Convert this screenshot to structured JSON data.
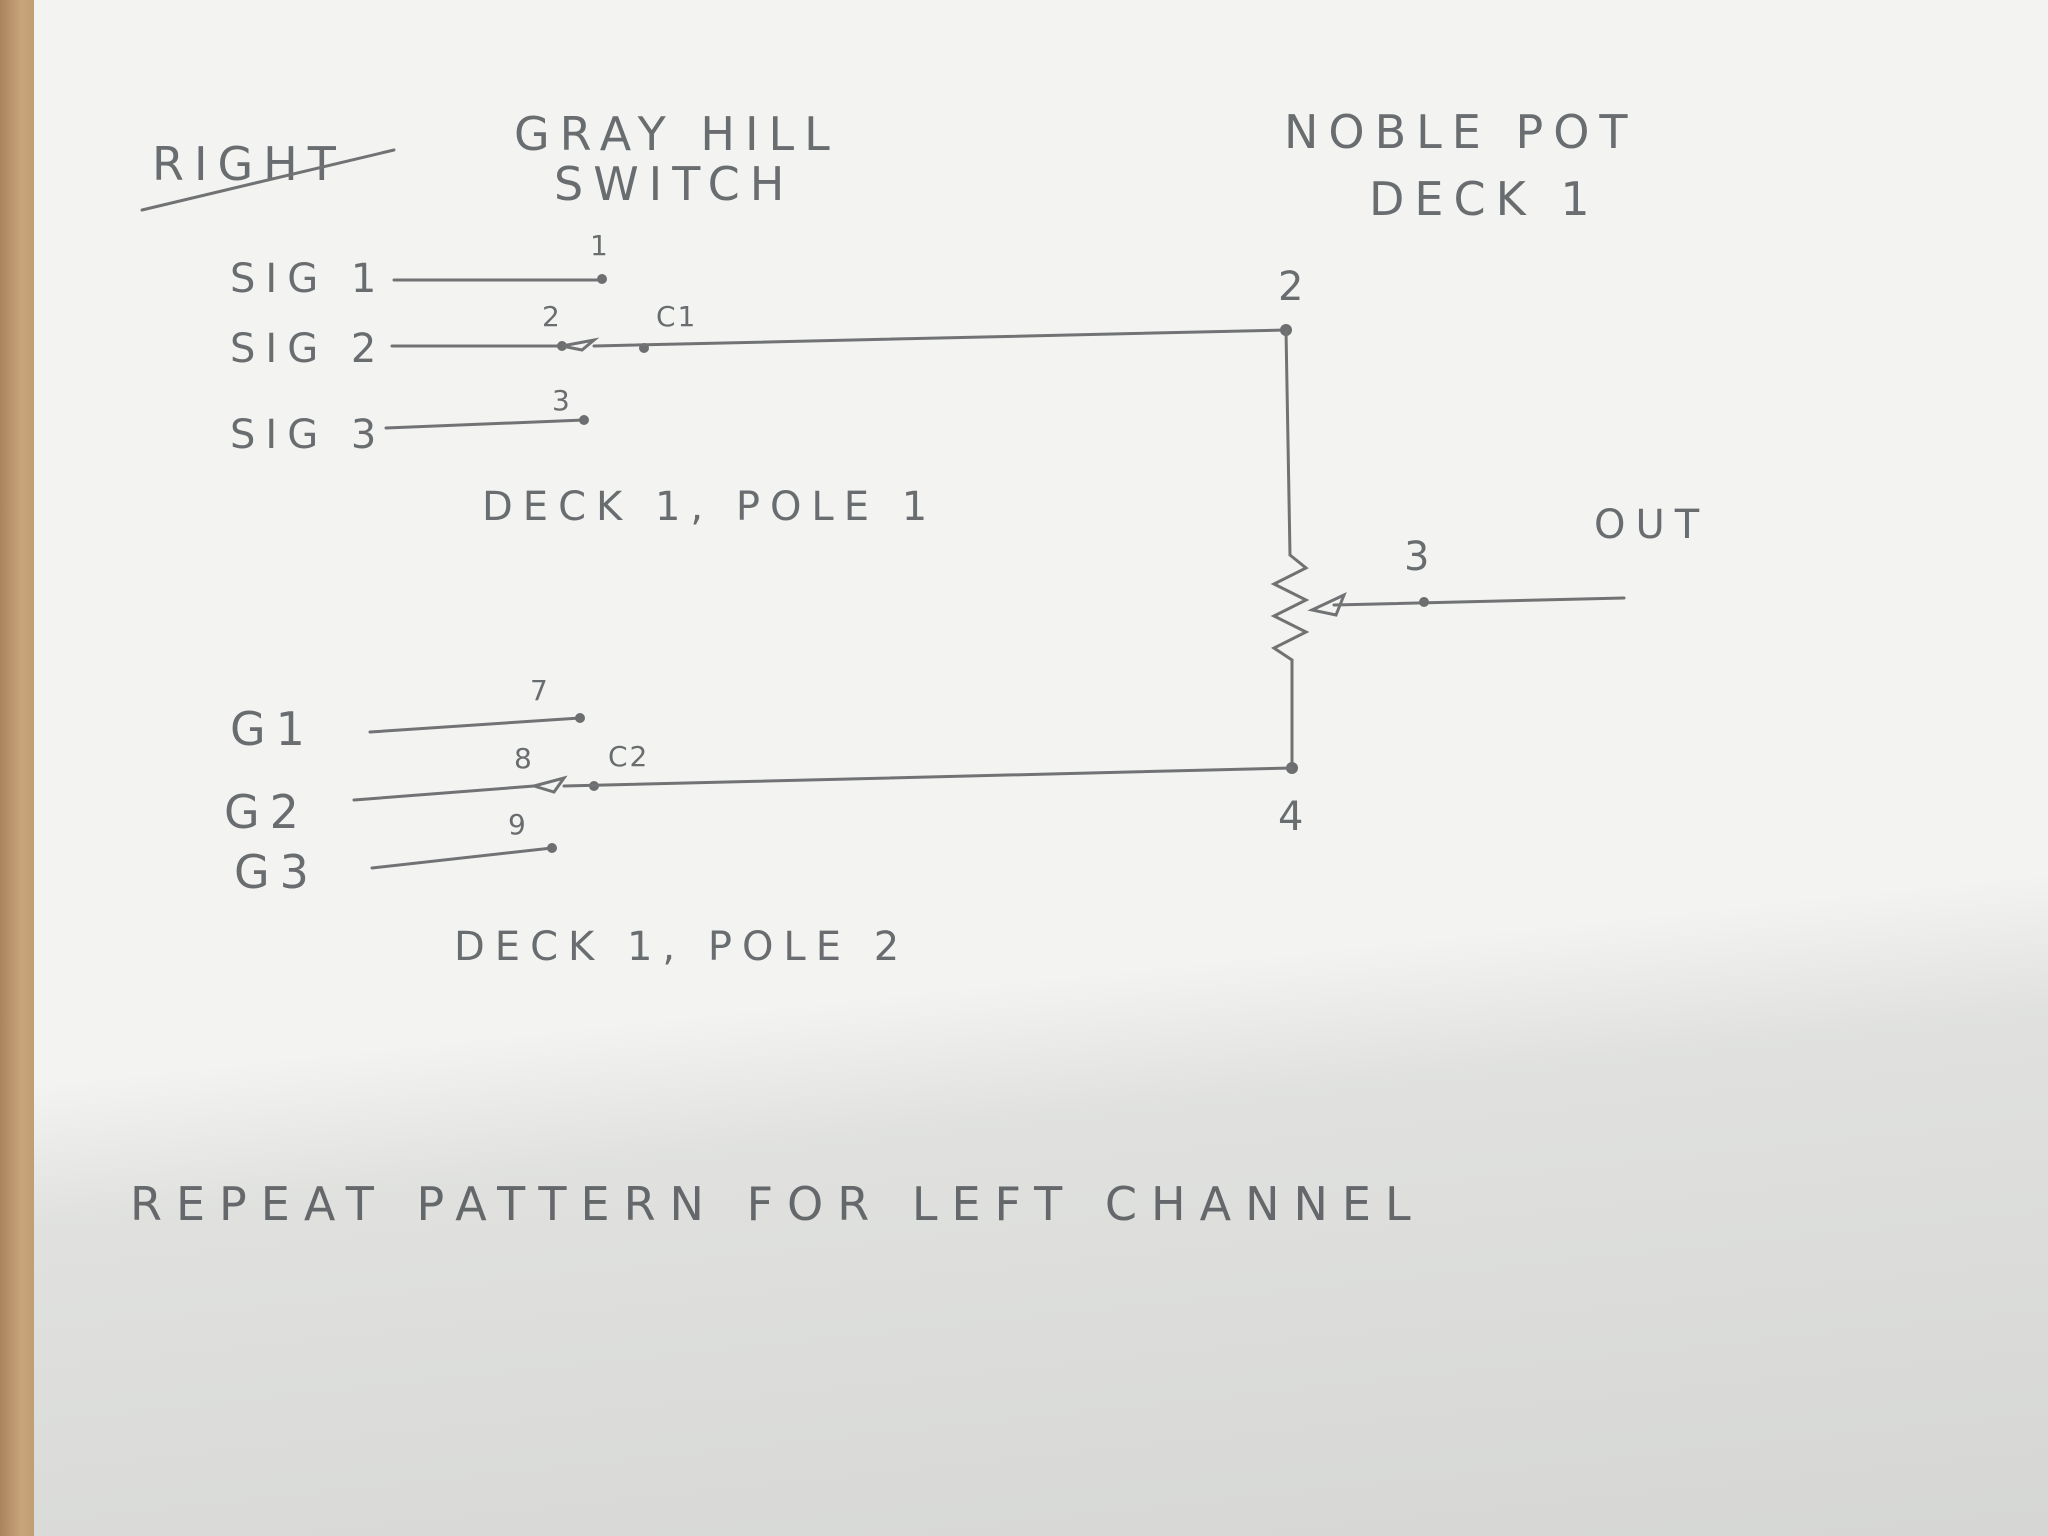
{
  "title": "RIGHT",
  "switch": {
    "heading_line1": "GRAY HILL",
    "heading_line2": "SWITCH",
    "pole1": {
      "label": "DECK 1, POLE 1",
      "inputs": [
        "SIG 1",
        "SIG 2",
        "SIG 3"
      ],
      "contacts": [
        "1",
        "2",
        "3"
      ],
      "common": "C1"
    },
    "pole2": {
      "label": "DECK 1, POLE 2",
      "inputs": [
        "G1",
        "G2",
        "G3"
      ],
      "contacts": [
        "7",
        "8",
        "9"
      ],
      "common": "C2"
    }
  },
  "pot": {
    "heading_line1": "NOBLE POT",
    "heading_line2": "DECK 1",
    "pins": [
      "2",
      "3",
      "4"
    ],
    "output": "OUT"
  },
  "footer": "REPEAT PATTERN FOR LEFT CHANNEL",
  "colors": {
    "paper": "#f3f4f1",
    "pencil": "#6a6d70",
    "wood": "#c8a37a"
  }
}
